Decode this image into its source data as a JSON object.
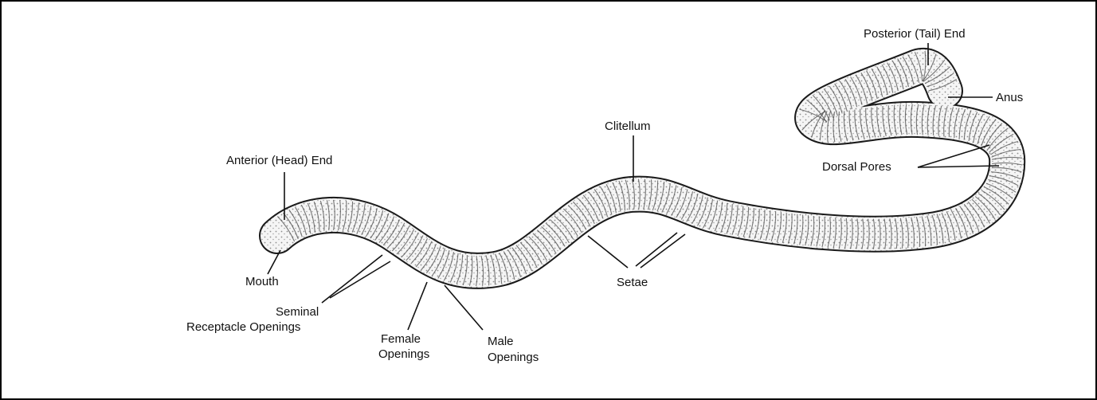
{
  "diagram": {
    "labels": {
      "anterior_end": "Anterior (Head) End",
      "mouth": "Mouth",
      "seminal_line1": "Seminal",
      "seminal_line2": "Receptacle Openings",
      "female_line1": "Female",
      "female_line2": "Openings",
      "male_line1": "Male",
      "male_line2": "Openings",
      "setae": "Setae",
      "clitellum": "Clitellum",
      "dorsal_pores": "Dorsal Pores",
      "posterior_end": "Posterior (Tail) End",
      "anus": "Anus"
    },
    "colors": {
      "outline": "#1a1a1a",
      "body_fill": "#f3f3f3",
      "stipple": "#9a9a9a",
      "segment": "#4a4a4a"
    }
  }
}
